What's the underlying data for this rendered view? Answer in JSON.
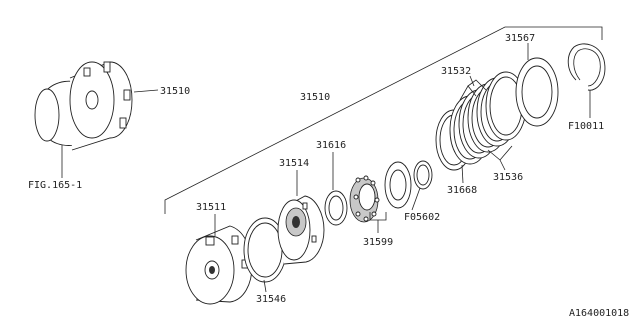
{
  "diagram": {
    "code": "A164001018",
    "labels": {
      "fig": "FIG.165-1",
      "p31510_top": "31510",
      "p31510_mid": "31510",
      "p31567": "31567",
      "p31532": "31532",
      "p31616": "31616",
      "p31514": "31514",
      "p31511": "31511",
      "p31546": "31546",
      "p31599": "31599",
      "pF05602": "F05602",
      "p31668": "31668",
      "p31536": "31536",
      "pF10011": "F10011"
    }
  }
}
